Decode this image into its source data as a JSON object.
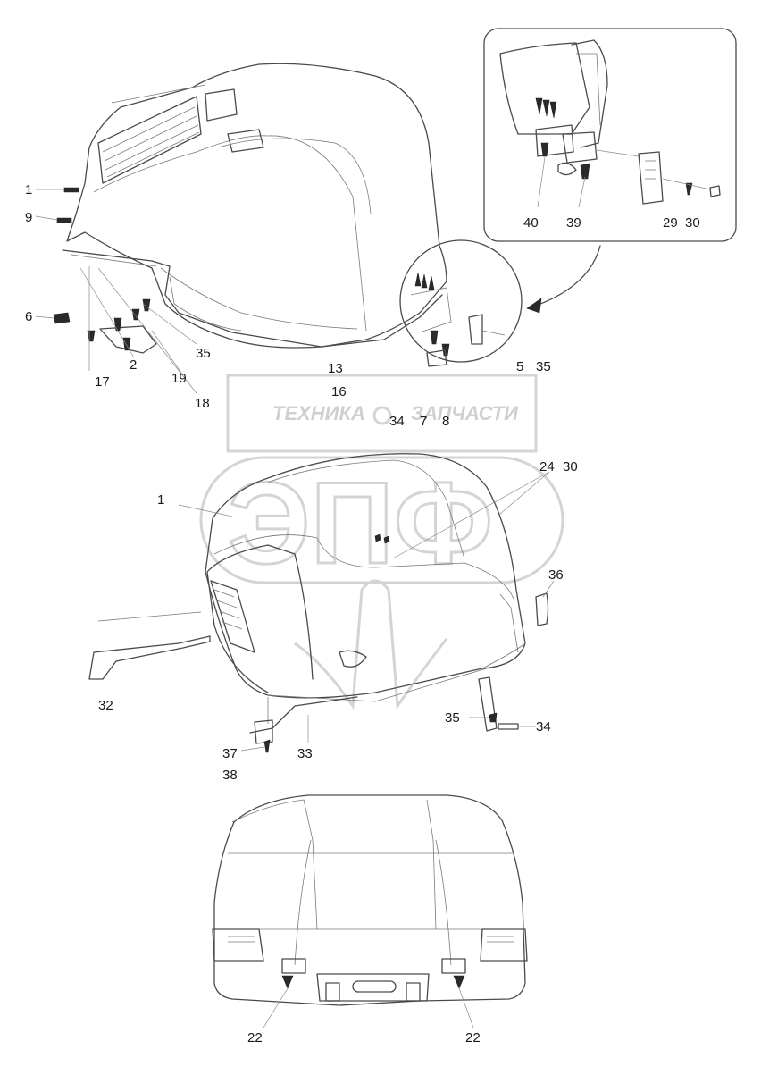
{
  "watermark": {
    "brand_left": "ТЕХНИКА",
    "brand_right": "ЗАПЧАСТИ",
    "logo": "ЭПФ"
  },
  "callouts": {
    "top_view": [
      "1",
      "9",
      "6",
      "17",
      "2",
      "35",
      "19",
      "18",
      "13",
      "16",
      "34",
      "7",
      "8",
      "5",
      "35"
    ],
    "inset": [
      "40",
      "39",
      "29",
      "30"
    ],
    "middle_view": [
      "1",
      "24",
      "30",
      "36",
      "32",
      "35",
      "34",
      "37",
      "38",
      "33"
    ],
    "bottom_view": [
      "22",
      "22"
    ]
  }
}
